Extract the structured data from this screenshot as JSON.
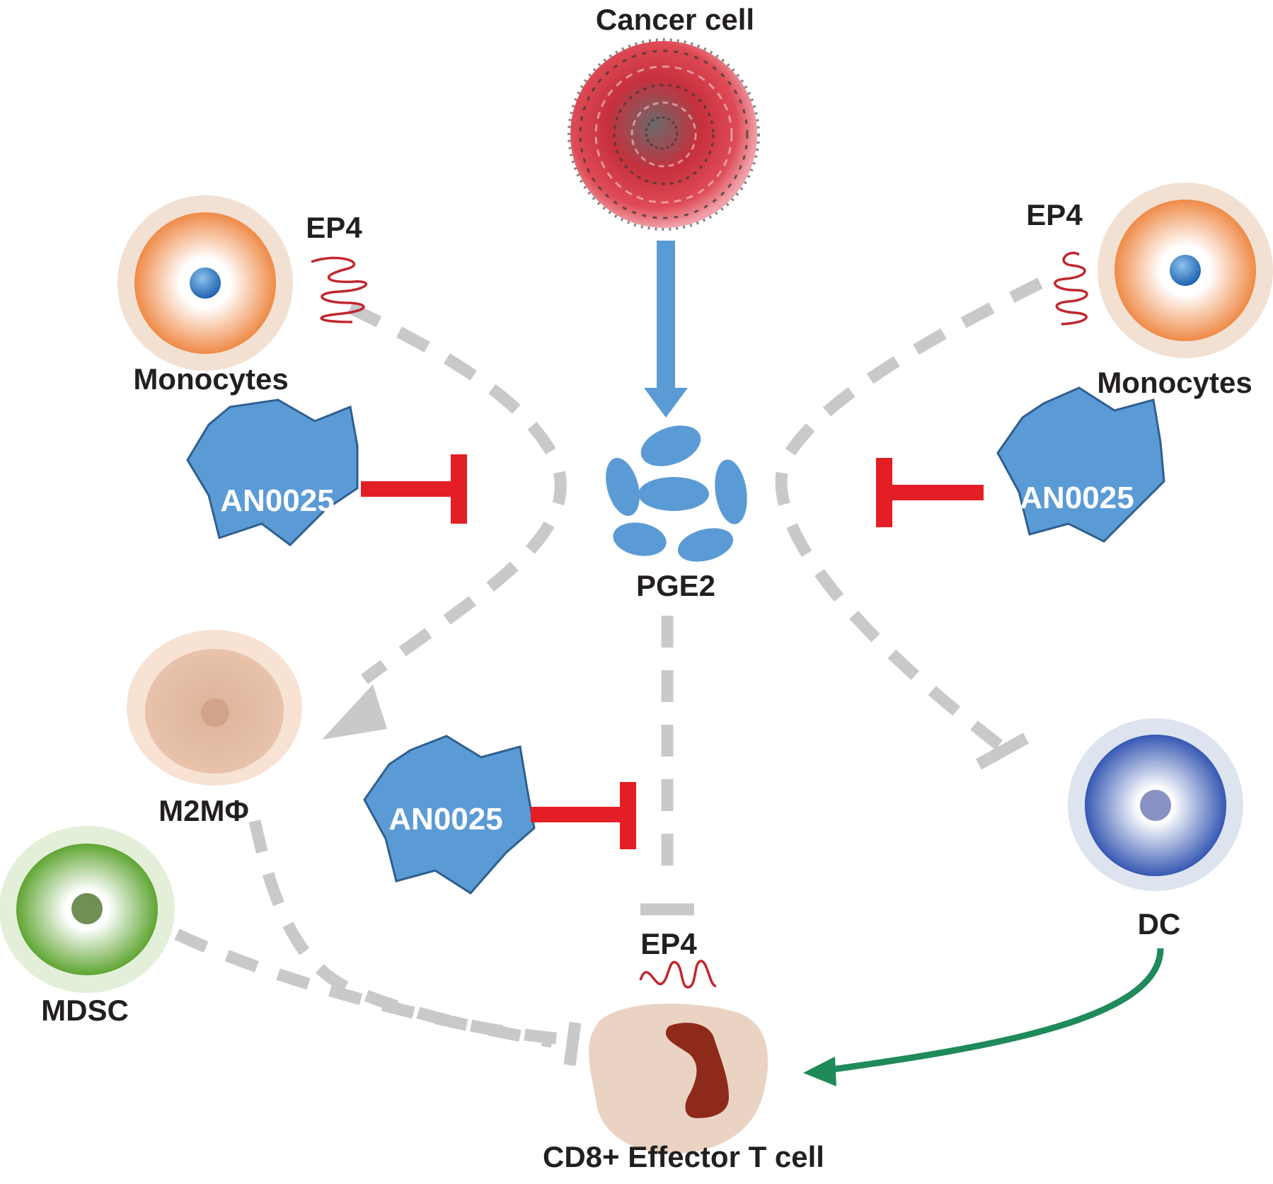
{
  "colors": {
    "pathway_blue": "#5b9bd5",
    "inhibit_red": "#e31e24",
    "dashed_gray": "#c8c9cb",
    "activate_green": "#1f8a5a",
    "receptor_red": "#c0272d",
    "drug_fill": "#5b9bd5",
    "drug_stroke": "#2f5f8f"
  },
  "labels": {
    "cancer_cell": "Cancer cell",
    "pge2": "PGE2",
    "monocytes_left": "Monocytes",
    "monocytes_right": "Monocytes",
    "ep4_left": "EP4",
    "ep4_right": "EP4",
    "ep4_tcell": "EP4",
    "m2_macrophage": "M2MΦ",
    "mdsc": "MDSC",
    "dc": "DC",
    "cd8_t_cell": "CD8+ Effector T cell"
  },
  "drugs": [
    {
      "label": "AN0025"
    },
    {
      "label": "AN0025"
    },
    {
      "label": "AN0025"
    }
  ],
  "icons": {
    "cancer_cell": "cancer-cell-icon",
    "pge2": "pge2-molecules-icon",
    "monocyte": "monocyte-cell-icon",
    "macrophage": "macrophage-cell-icon",
    "mdsc": "mdsc-cell-icon",
    "dc": "dendritic-cell-icon",
    "t_cell": "t-cell-icon",
    "receptor": "ep4-receptor-icon",
    "drug": "drug-star-icon"
  }
}
